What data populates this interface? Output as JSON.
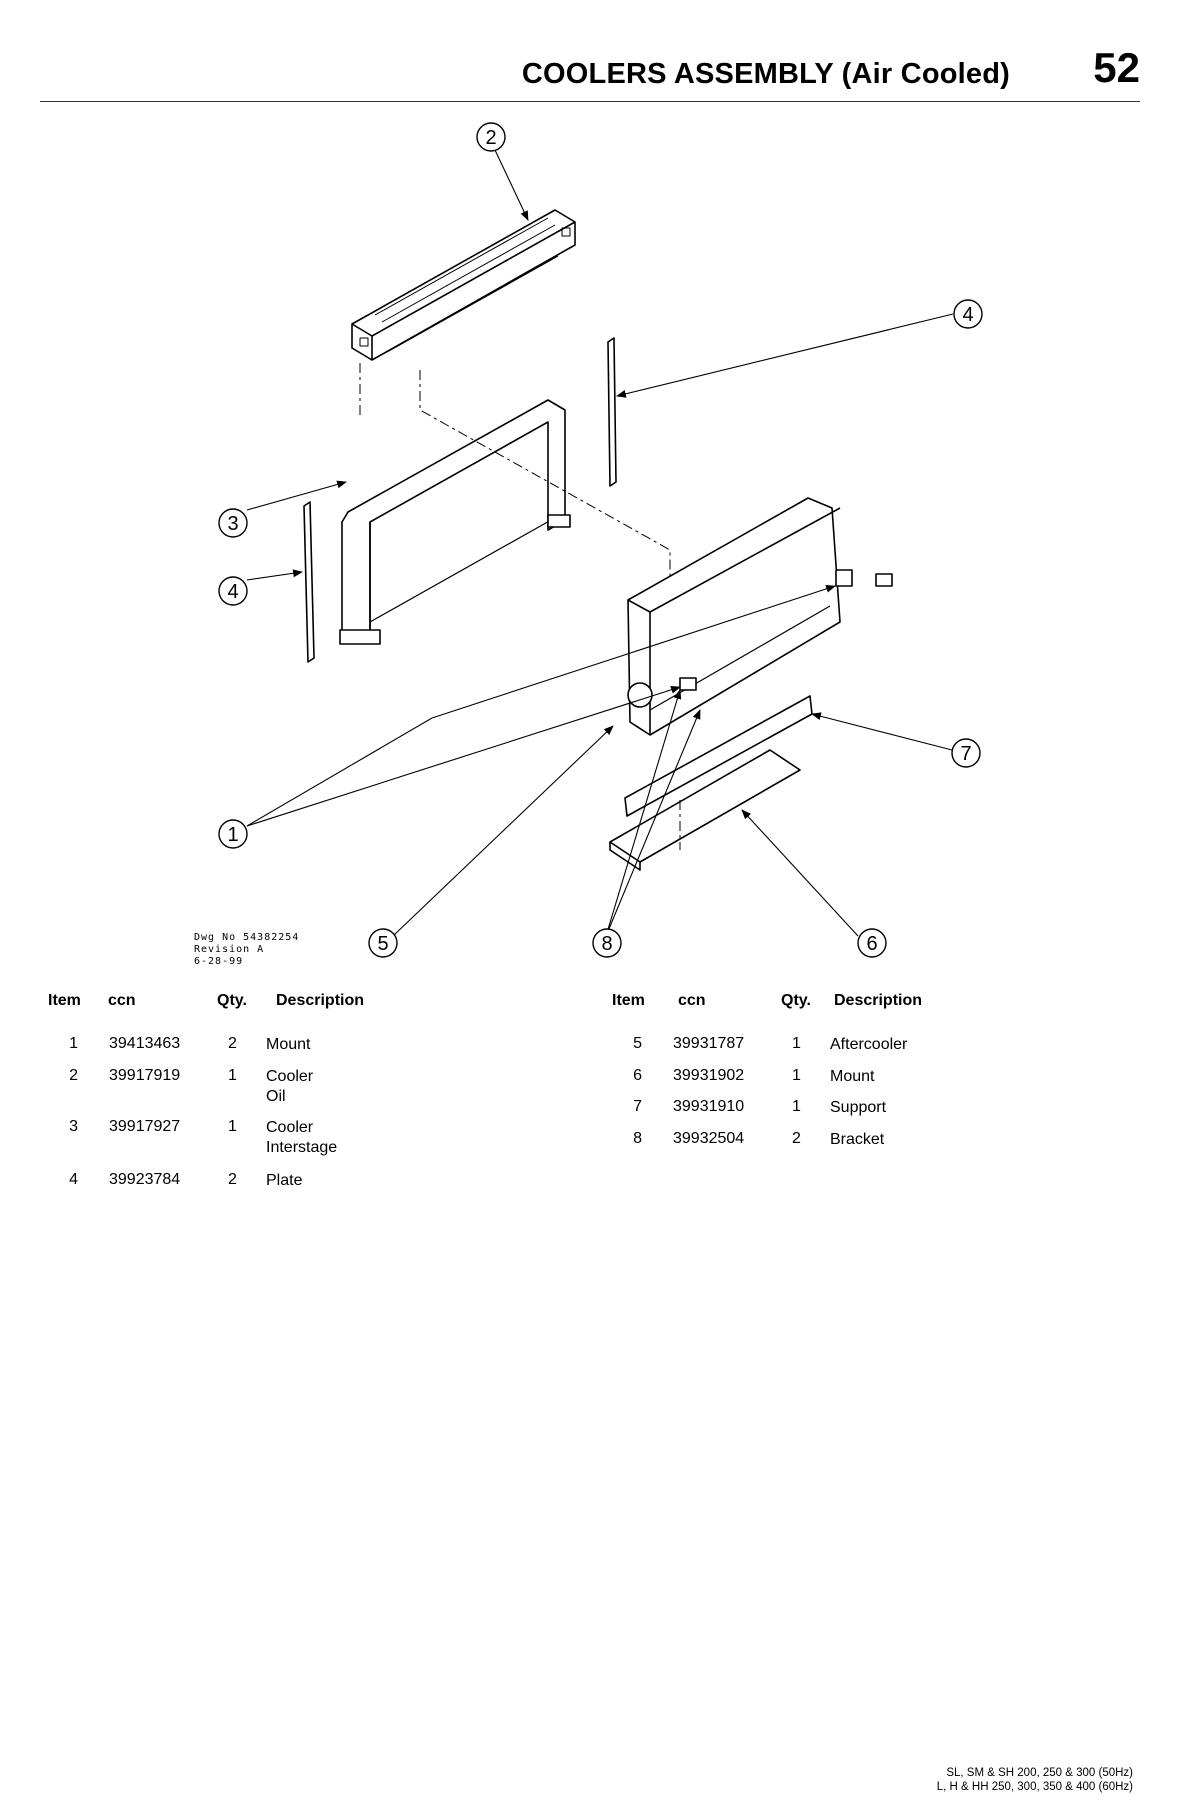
{
  "header": {
    "title": "COOLERS ASSEMBLY (Air Cooled)",
    "page_number": "52"
  },
  "drawing": {
    "callouts": [
      "1",
      "2",
      "3",
      "4",
      "4",
      "5",
      "6",
      "7",
      "8"
    ],
    "note": "Dwg No 54382254\nRevision A\n6-28-99"
  },
  "table": {
    "headers": {
      "item": "Item",
      "ccn": "ccn",
      "qty": "Qty.",
      "description": "Description"
    },
    "left_rows": [
      {
        "item": "1",
        "ccn": "39413463",
        "qty": "2",
        "desc": "Mount"
      },
      {
        "item": "2",
        "ccn": "39917919",
        "qty": "1",
        "desc": "Cooler\nOil"
      },
      {
        "item": "3",
        "ccn": "39917927",
        "qty": "1",
        "desc": "Cooler\nInterstage"
      },
      {
        "item": "4",
        "ccn": "39923784",
        "qty": "2",
        "desc": "Plate"
      }
    ],
    "right_rows": [
      {
        "item": "5",
        "ccn": "39931787",
        "qty": "1",
        "desc": "Aftercooler"
      },
      {
        "item": "6",
        "ccn": "39931902",
        "qty": "1",
        "desc": "Mount"
      },
      {
        "item": "7",
        "ccn": "39931910",
        "qty": "1",
        "desc": "Support"
      },
      {
        "item": "8",
        "ccn": "39932504",
        "qty": "2",
        "desc": "Bracket"
      }
    ]
  },
  "footer": {
    "line1": "SL, SM & SH 200, 250 & 300 (50Hz)",
    "line2": "L, H & HH 250, 300, 350 & 400 (60Hz)"
  }
}
